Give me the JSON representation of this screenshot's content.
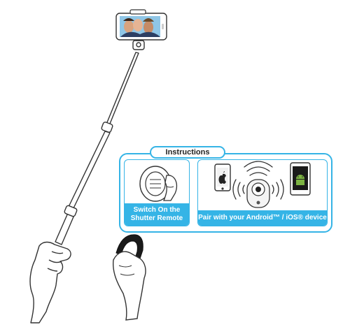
{
  "instructions": {
    "title": "Instructions",
    "step1": {
      "line1": "Switch On the",
      "line2": "Shutter Remote"
    },
    "step2": {
      "label": "Pair with your Android™ / iOS® device"
    }
  },
  "colors": {
    "accent": "#35b4e6",
    "outline": "#333333",
    "android_green": "#7cb342"
  },
  "icons": [
    "selfie-stick",
    "phone-photo",
    "hand",
    "shutter-remote",
    "apple-logo",
    "android-logo",
    "signal-waves"
  ]
}
